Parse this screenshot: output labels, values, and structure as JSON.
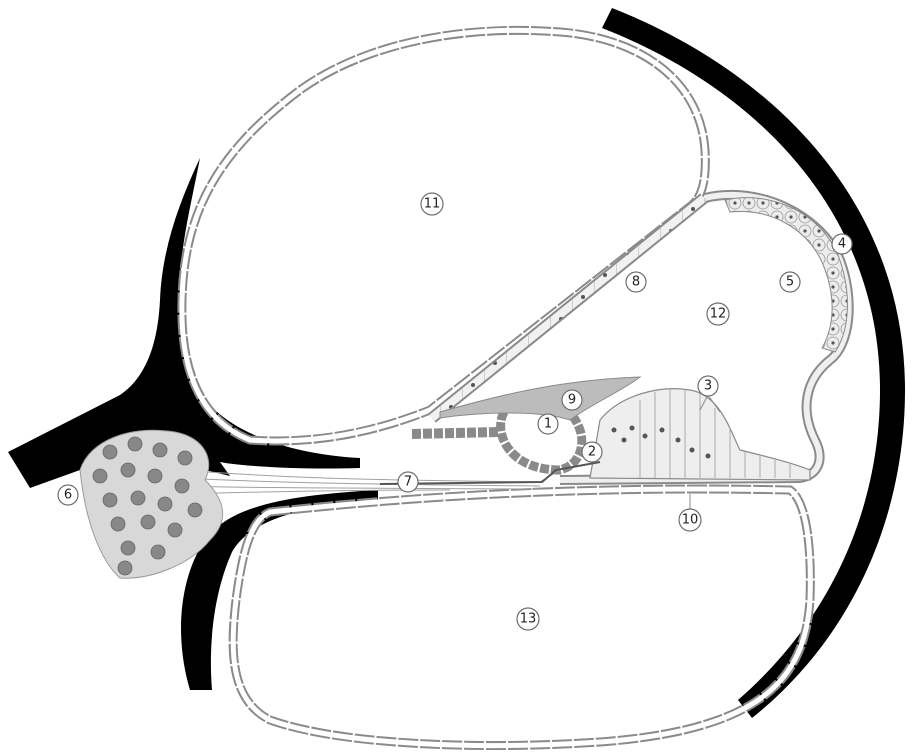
{
  "diagram": {
    "colors": {
      "bone": "#000000",
      "membrane_fill": "#f1f1f1",
      "membrane_edge": "#8a8a8a",
      "nucleus": "#555555",
      "ganglion_cell": "#888888",
      "tectorial": "#bcbcbc",
      "label_edge": "#6e6e6e"
    },
    "labels": [
      {
        "id": "1",
        "text": "1"
      },
      {
        "id": "2",
        "text": "2"
      },
      {
        "id": "3",
        "text": "3"
      },
      {
        "id": "4",
        "text": "4"
      },
      {
        "id": "5",
        "text": "5"
      },
      {
        "id": "6",
        "text": "6"
      },
      {
        "id": "7",
        "text": "7"
      },
      {
        "id": "8",
        "text": "8"
      },
      {
        "id": "9",
        "text": "9"
      },
      {
        "id": "10",
        "text": "10"
      },
      {
        "id": "11",
        "text": "11"
      },
      {
        "id": "12",
        "text": "12"
      },
      {
        "id": "13",
        "text": "13"
      }
    ]
  }
}
